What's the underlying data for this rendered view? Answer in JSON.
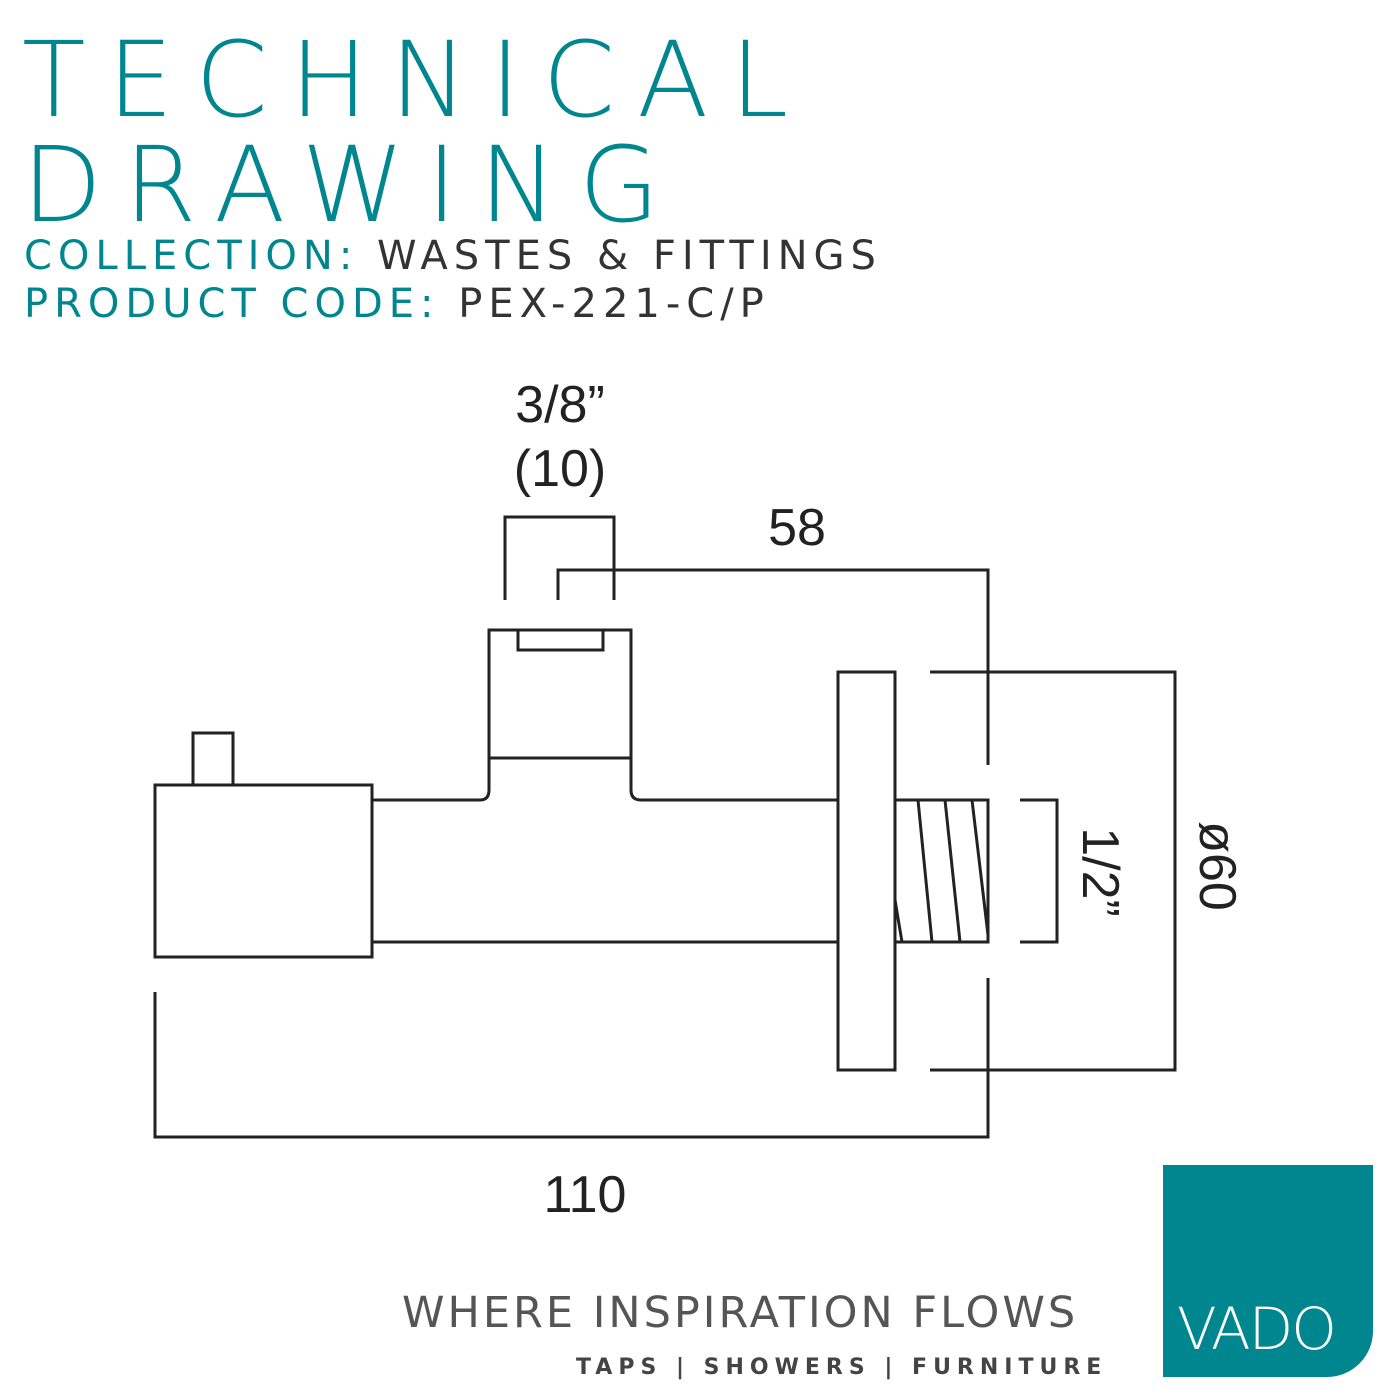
{
  "header": {
    "title_line1": "TECHNICAL",
    "title_line2": "DRAWING",
    "collection_label": "COLLECTION:",
    "collection_value": "WASTES & FITTINGS",
    "product_code_label": "PRODUCT CODE:",
    "product_code_value": "PEX-221-C/P"
  },
  "drawing": {
    "dim_inlet": "3/8”",
    "dim_inlet_mm": "(10)",
    "dim_depth": "58",
    "dim_thread": "1/2”",
    "dim_flange": "ø60",
    "dim_length": "110"
  },
  "footer": {
    "tagline": "WHERE INSPIRATION FLOWS",
    "categories": "TAPS | SHOWERS | FURNITURE",
    "logo_text": "VADO"
  },
  "colors": {
    "brand": "#00868f",
    "line": "#222222"
  }
}
